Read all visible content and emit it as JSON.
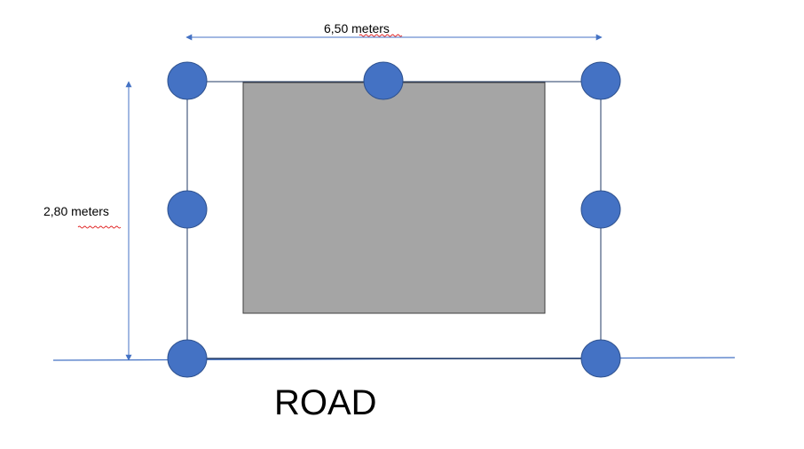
{
  "labels": {
    "width_value": "6,50",
    "width_unit": "meters",
    "height_value": "2,80",
    "height_unit": "meters",
    "road": "ROAD"
  },
  "colors": {
    "post": "#4472c4",
    "post_stroke": "#2f528f",
    "line": "#4472c4",
    "structure_fill": "#a5a5a5",
    "structure_stroke": "#3f3f3f",
    "spellcheck": "#e02020"
  }
}
